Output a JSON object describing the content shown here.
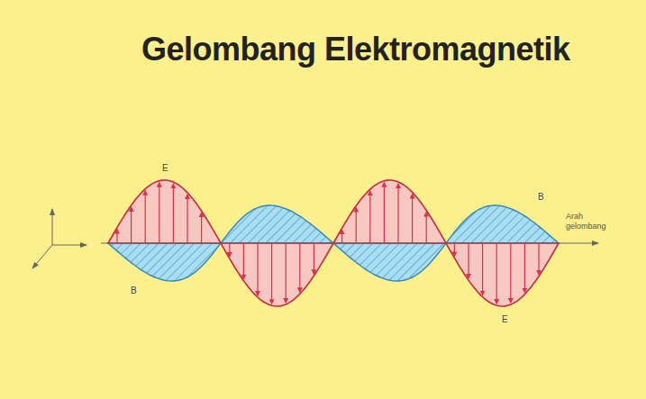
{
  "diagram": {
    "title": "Gelombang Elektromagnetik",
    "labels": [
      "E",
      "B",
      "B",
      "E",
      "Arah gelombang"
    ]
  }
}
